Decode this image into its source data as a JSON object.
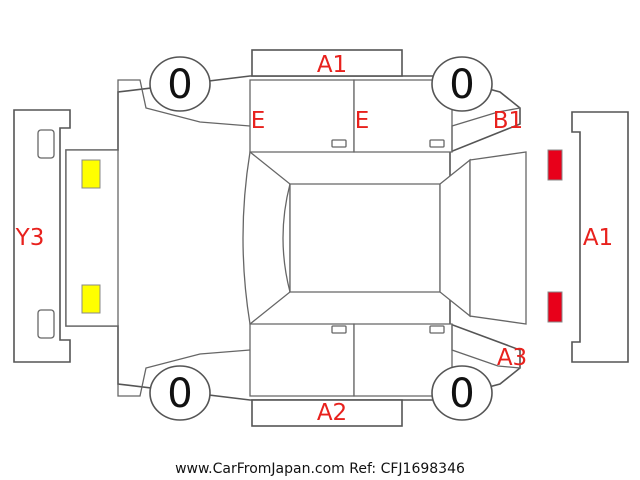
{
  "labels": {
    "top_door_panel": "A1",
    "front_left_door": "E",
    "rear_left_door": "E",
    "rear_left_quarter": "B1",
    "rear_bumper": "A1",
    "front_bumper": "Y3",
    "rear_right_quarter": "A3",
    "bottom_door_panel": "A2"
  },
  "tires": {
    "front_left": "0",
    "rear_left": "0",
    "front_right": "0",
    "rear_right": "0"
  },
  "markers": {
    "headlight_color": "#ffff00",
    "taillight_color": "#e8001a"
  },
  "colors": {
    "label": "#e8211d",
    "outline": "#555555"
  },
  "footer": "www.CarFromJapan.com Ref: CFJ1698346"
}
